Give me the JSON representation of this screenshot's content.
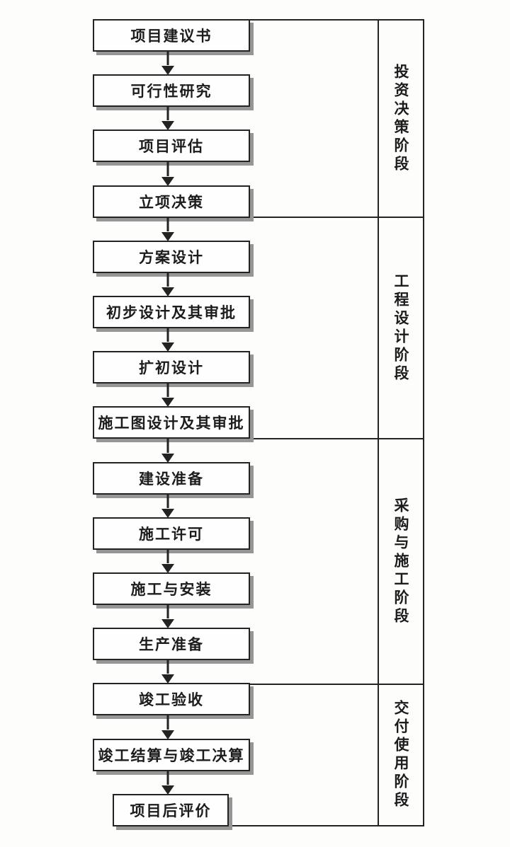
{
  "flowchart": {
    "steps": [
      {
        "label": "项目建议书"
      },
      {
        "label": "可行性研究"
      },
      {
        "label": "项目评估"
      },
      {
        "label": "立项决策"
      },
      {
        "label": "方案设计"
      },
      {
        "label": "初步设计及其审批"
      },
      {
        "label": "扩初设计"
      },
      {
        "label": "施工图设计及其审批"
      },
      {
        "label": "建设准备"
      },
      {
        "label": "施工许可"
      },
      {
        "label": "施工与安装"
      },
      {
        "label": "生产准备"
      },
      {
        "label": "竣工验收"
      },
      {
        "label": "竣工结算与竣工决算"
      },
      {
        "label": "项目后评价"
      }
    ],
    "phases": [
      {
        "label": "投资决策阶段",
        "step_range": [
          1,
          4
        ]
      },
      {
        "label": "工程设计阶段",
        "step_range": [
          5,
          8
        ]
      },
      {
        "label": "采购与施工阶段",
        "step_range": [
          9,
          12
        ]
      },
      {
        "label": "交付使用阶段",
        "step_range": [
          13,
          15
        ]
      }
    ]
  },
  "colors": {
    "line": "#232323",
    "box_background": "#fefefe",
    "box_shadow": "#969696",
    "page_background": "#fdfdfc",
    "text": "#1c1c1c"
  }
}
